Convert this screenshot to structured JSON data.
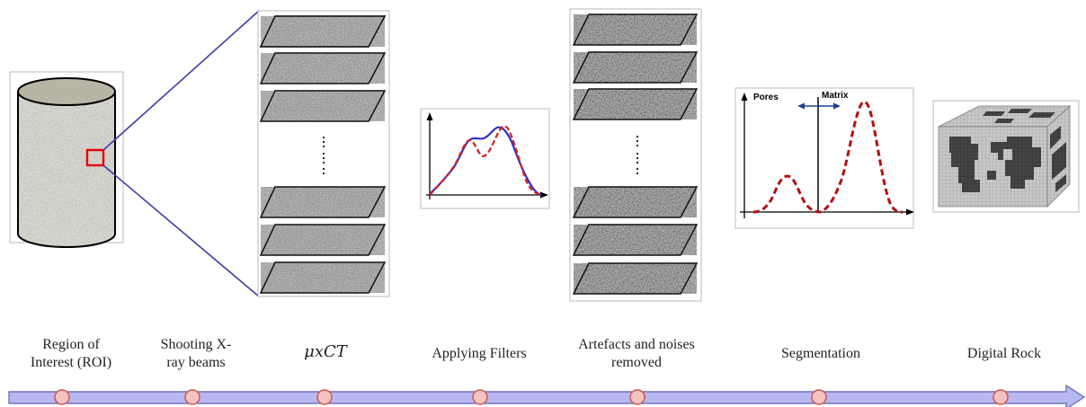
{
  "labels": {
    "roi": [
      "Region of",
      "Interest (ROI)"
    ],
    "xray": [
      "Shooting X-",
      "ray beams"
    ],
    "muxct": "μxCT",
    "filters": "Applying Filters",
    "artefacts": [
      "Artefacts and noises",
      "removed"
    ],
    "segmentation": "Segmentation",
    "digital_rock": "Digital Rock"
  },
  "segmentation_chart": {
    "pores_label": "Pores",
    "matrix_label": "Matrix"
  },
  "colors": {
    "timeline_fill": "#b7b8f0",
    "timeline_stroke": "#7474be",
    "node_fill": "#f5c2c2",
    "node_stroke": "#d0584c",
    "zoom_lines": "#3c3ca8",
    "roi_marker": "#e60000",
    "blue_curve": "#2f2fc4",
    "red_dashed_curve": "#d82020",
    "segmentation_curve": "#b40f10"
  }
}
